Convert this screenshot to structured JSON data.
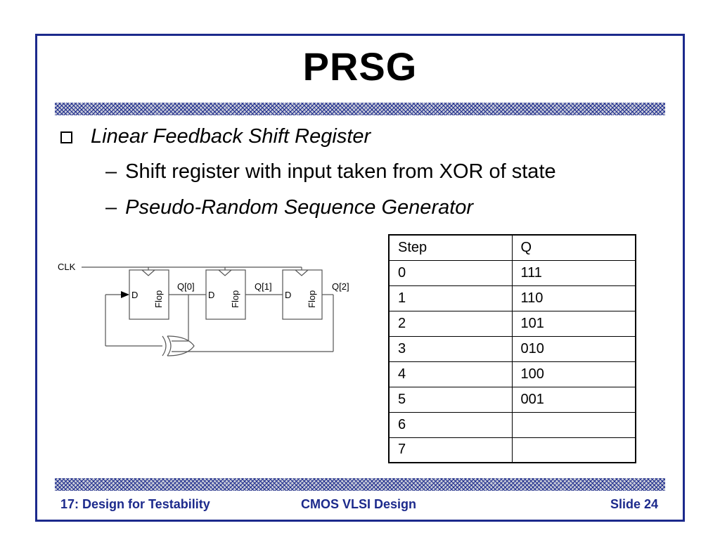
{
  "slide": {
    "title": "PRSG",
    "bullet": "Linear Feedback Shift Register",
    "sub_items": [
      "Shift register with input taken from XOR of state",
      "Pseudo-Random Sequence Generator"
    ],
    "dash": "–"
  },
  "circuit": {
    "clock_label": "CLK",
    "d_label": "D",
    "flop_label": "Flop",
    "outputs": [
      "Q[0]",
      "Q[1]",
      "Q[2]"
    ]
  },
  "table": {
    "headers": [
      "Step",
      "Q"
    ],
    "rows": [
      [
        "0",
        "111"
      ],
      [
        "1",
        "110"
      ],
      [
        "2",
        "101"
      ],
      [
        "3",
        "010"
      ],
      [
        "4",
        "100"
      ],
      [
        "5",
        "001"
      ],
      [
        "6",
        ""
      ],
      [
        "7",
        ""
      ]
    ]
  },
  "footer": {
    "left": "17: Design for Testability",
    "center": "CMOS VLSI Design",
    "right": "Slide 24"
  },
  "colors": {
    "accent": "#1c2a8c"
  }
}
